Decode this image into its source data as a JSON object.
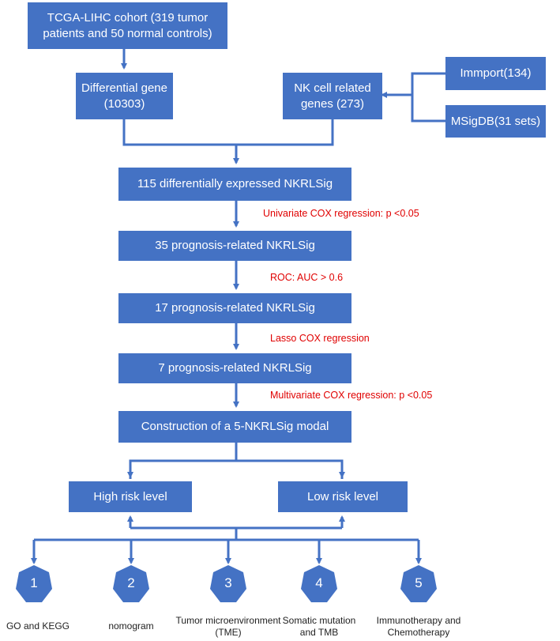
{
  "boxes": {
    "cohort": "TCGA-LIHC cohort (319 tumor patients and 50 normal controls)",
    "diff_gene": "Differential gene (10303)",
    "nk_genes": "NK cell related genes (273)",
    "immport": "Immport(134)",
    "msigdb": "MSigDB(31 sets)",
    "step1": "115 differentially expressed NKRLSig",
    "step2": "35 prognosis-related NKRLSig",
    "step3": "17 prognosis-related NKRLSig",
    "step4": "7 prognosis-related NKRLSig",
    "step5": "Construction of a 5-NKRLSig modal",
    "high_risk": "High risk level",
    "low_risk": "Low risk level"
  },
  "criteria": {
    "c1": "Univariate COX regression: p <0.05",
    "c2": "ROC: AUC > 0.6",
    "c3": "Lasso COX regression",
    "c4": "Multivariate COX regression: p <0.05"
  },
  "analyses": [
    {
      "num": "1",
      "label": "GO and KEGG"
    },
    {
      "num": "2",
      "label": "nomogram"
    },
    {
      "num": "3",
      "label": "Tumor microenvironment\n(TME)"
    },
    {
      "num": "4",
      "label": "Somatic mutation\nand TMB"
    },
    {
      "num": "5",
      "label": "Immunotherapy and\nChemotherapy"
    }
  ],
  "colors": {
    "box": "#4472c4",
    "criteria": "#e00000"
  }
}
